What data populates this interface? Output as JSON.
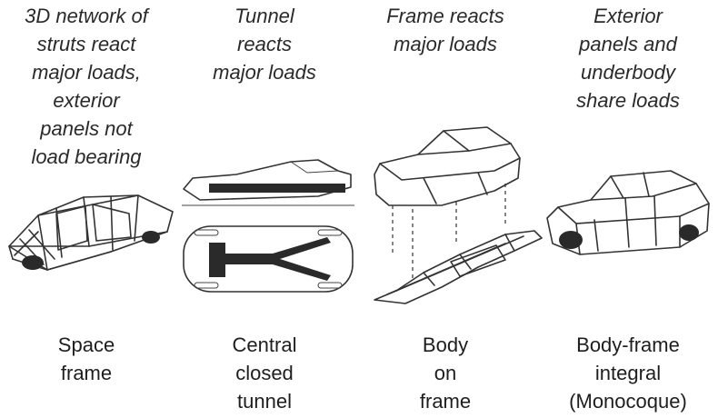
{
  "columns": [
    {
      "id": "space-frame",
      "description_lines": [
        "3D network of",
        "struts react",
        "major loads,",
        "exterior",
        "panels not",
        "load bearing"
      ],
      "name_lines": [
        "Space",
        "frame"
      ]
    },
    {
      "id": "central-tunnel",
      "description_lines": [
        "Tunnel",
        "reacts",
        "major loads"
      ],
      "name_lines": [
        "Central",
        "closed",
        "tunnel"
      ]
    },
    {
      "id": "body-on-frame",
      "description_lines": [
        "Frame reacts",
        "major loads"
      ],
      "name_lines": [
        "Body",
        "on",
        "frame"
      ]
    },
    {
      "id": "monocoque",
      "description_lines": [
        "Exterior",
        "panels and",
        "underbody",
        "share loads"
      ],
      "name_lines": [
        "Body-frame",
        "integral",
        "(Monocoque)"
      ]
    }
  ]
}
